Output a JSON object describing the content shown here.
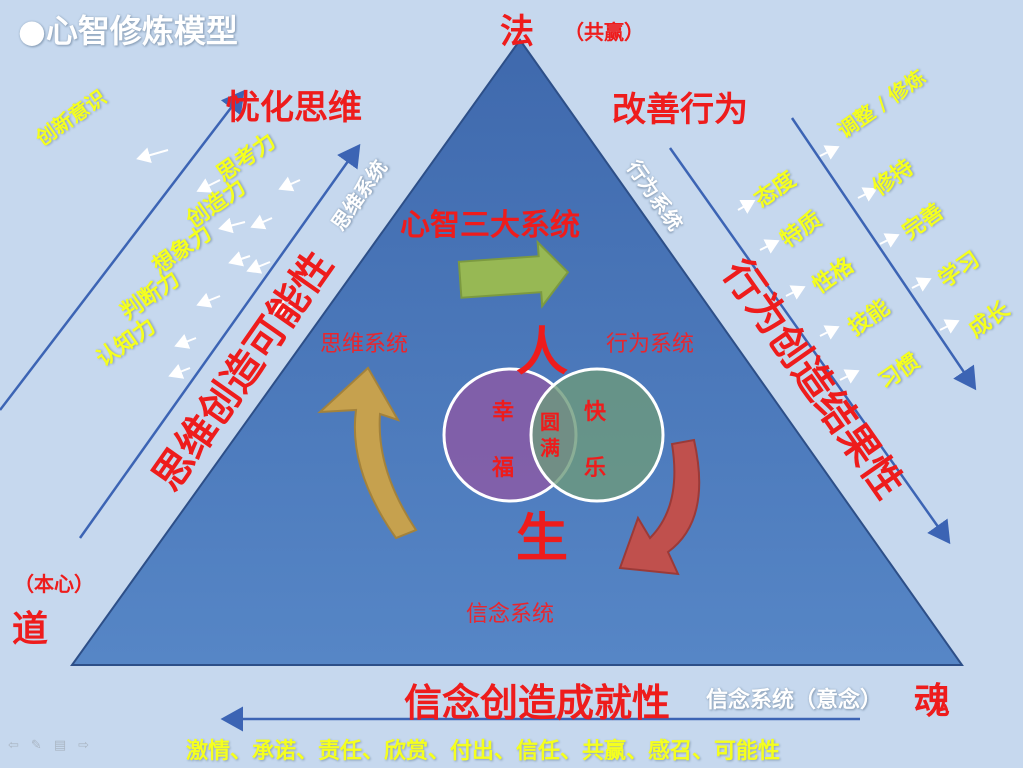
{
  "slide_title": "●心智修炼模型",
  "apex": {
    "fa": "法",
    "gongying": "（共赢）"
  },
  "corner_left": {
    "benxin": "（本心）",
    "dao": "道"
  },
  "corner_right": {
    "hun": "魂",
    "xinnian_yinian": "信念系统（意念）"
  },
  "left_side": {
    "header": "忧化思维",
    "big_vertical": "思维创造可能性",
    "system_label": "思维系统",
    "items": [
      "认知力",
      "判断力",
      "想象力",
      "创造力",
      "思考力"
    ],
    "outer": "创新意识"
  },
  "right_side": {
    "header": "改善行为",
    "big_vertical": "行为创造结果性",
    "system_label": "行为系统",
    "items": [
      "态度",
      "特质",
      "性格",
      "技能",
      "习惯"
    ],
    "outer": [
      "调整 / 修炼",
      "修持",
      "完善",
      "学习",
      "成长"
    ]
  },
  "bottom": {
    "big": "信念创造成就性",
    "values": "激情、承诺、责任、欣赏、付出、信任、共赢、感召、可能性"
  },
  "center": {
    "title": "心智三大系统",
    "thinking": "思维系统",
    "behavior": "行为系统",
    "belief": "信念系统",
    "ren": "人",
    "sheng": "生",
    "circle_left": [
      "幸",
      "福"
    ],
    "circle_right": [
      "快",
      "乐"
    ],
    "overlap": [
      "圆",
      "满"
    ]
  },
  "nav_icons": [
    "arrow-left-icon",
    "pen-icon",
    "menu-icon",
    "arrow-right-icon"
  ],
  "colors": {
    "background": "#c6d8ee",
    "triangle": "#4a76b8",
    "red_text": "#ee1c1c",
    "yellow_text": "#f5ff1e",
    "green_arrow": "#97b854",
    "gold_arrow": "#c6a14e",
    "red_arrow": "#c0504d",
    "purple_circle": "#8a5ba6",
    "green_circle": "#6d9a7c"
  }
}
